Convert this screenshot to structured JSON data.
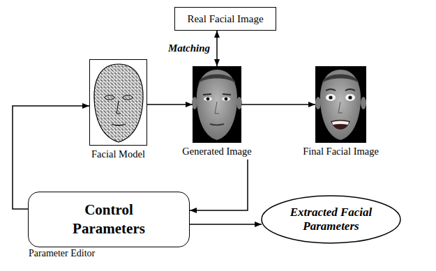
{
  "diagram": {
    "nodes": [
      {
        "text": [
          "Real Facial Image"
        ]
      },
      {
        "text": [
          "Facial Model"
        ]
      },
      {
        "text": [
          "Generated Image"
        ]
      },
      {
        "text": [
          "Final Facial Image"
        ]
      },
      {
        "text": [
          "Control Parameters",
          "Parameter Editor"
        ]
      },
      {
        "text": [
          "Extracted Facial Parameters"
        ]
      }
    ],
    "edges": [
      {
        "from": 0,
        "to": 2,
        "label": "Matching",
        "arrow": "both"
      },
      {
        "from": 1,
        "to": 2,
        "arrow": "to"
      },
      {
        "from": 2,
        "to": 3,
        "arrow": "to"
      },
      {
        "from": 4,
        "to": 1,
        "arrow": "to"
      },
      {
        "from": 2,
        "to": 4,
        "arrow": "to"
      },
      {
        "from": 4,
        "to": 5,
        "arrow": "to"
      }
    ]
  }
}
